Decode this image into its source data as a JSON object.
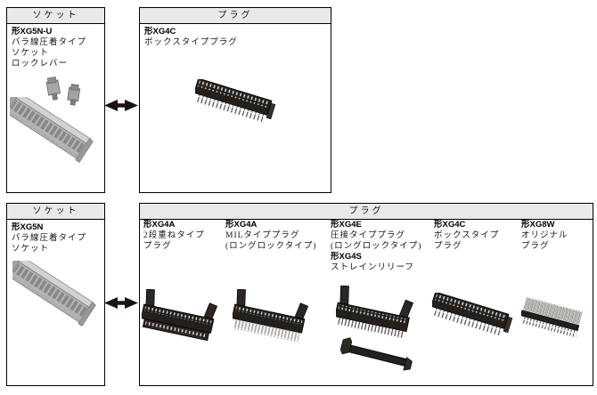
{
  "colors": {
    "border": "#000000",
    "header_bg": "#e9e9e9",
    "code_text": "#000000",
    "desc_text": "#15151f",
    "arrow": "#1a1411",
    "socket_body": "#b3b3b3",
    "plug_body": "#23201d",
    "pin_light": "#c9c5bd"
  },
  "arrow_icon": "double-headed-arrow",
  "top_row": {
    "socket": {
      "header": "ソケット",
      "code": "形XG5N-U",
      "l1": "バラ線圧着タイプ",
      "l2": "ソケット",
      "l3": "ロックレバー",
      "image": "gray-idc-socket-with-two-lock-levers"
    },
    "plug": {
      "header": "プラグ",
      "code": "形XG4C",
      "l1": "ボックスタイププラグ",
      "image": "black-box-type-plug"
    }
  },
  "bottom_row": {
    "socket": {
      "header": "ソケット",
      "code": "形XG5N",
      "l1": "バラ線圧着タイプ",
      "l2": "ソケット",
      "image": "gray-idc-socket"
    },
    "plug": {
      "header": "プラグ",
      "products": [
        {
          "code": "形XG4A",
          "l1": "2段重ねタイプ",
          "l2": "プラグ",
          "image": "two-stage-stacking-plug"
        },
        {
          "code": "形XG4A",
          "l1": "MILタイププラグ",
          "l2": "(ロングロックタイプ)",
          "image": "mil-type-plug-long-lock"
        },
        {
          "code": "形XG4E",
          "l1": "圧接タイププラグ",
          "l2": "(ロングロックタイプ)",
          "code2": "形XG4S",
          "l3": "ストレインリリーフ",
          "image": "idc-plug-with-strain-relief"
        },
        {
          "code": "形XG4C",
          "l1": "ボックスタイプ",
          "l2": "プラグ",
          "image": "box-type-plug"
        },
        {
          "code": "形XG8W",
          "l1": "オリジナル",
          "l2": "プラグ",
          "image": "original-pin-header-plug"
        }
      ]
    }
  }
}
